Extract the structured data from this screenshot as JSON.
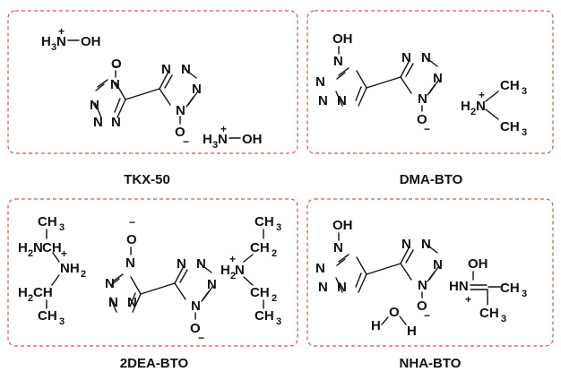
{
  "panels": [
    {
      "label": "TKX-50",
      "atoms": {
        "N": "N",
        "O": "O",
        "H": "H",
        "OH": "OH",
        "n3": "3",
        "plus": "+",
        "minus": "−"
      }
    },
    {
      "label": "DMA-BTO",
      "atoms": {
        "N": "N",
        "O": "O",
        "H": "H",
        "OH": "OH",
        "CH": "CH",
        "n2": "2",
        "n3": "3",
        "plus": "+",
        "minus": "−"
      }
    },
    {
      "label": "2DEA-BTO",
      "atoms": {
        "N": "N",
        "O": "O",
        "H": "H",
        "CH": "CH",
        "NH": "NH",
        "n2": "2",
        "n3": "3",
        "plus": "+",
        "minus": "−"
      }
    },
    {
      "label": "NHA-BTO",
      "atoms": {
        "N": "N",
        "O": "O",
        "H": "H",
        "OH": "OH",
        "HN": "HN",
        "CH": "CH",
        "n3": "3",
        "plus": "+",
        "minus": "−"
      }
    }
  ]
}
